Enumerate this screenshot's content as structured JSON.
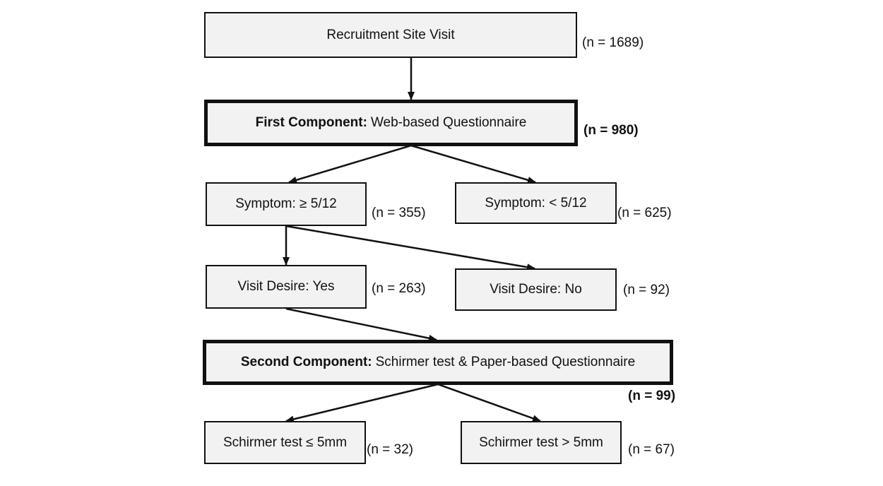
{
  "nodes": {
    "recruitment": {
      "label": "Recruitment Site Visit",
      "count": "(n = 1689)"
    },
    "first_component": {
      "label_bold": "First Component:",
      "label": "Web-based Questionnaire",
      "count": "(n = 980)"
    },
    "symptom_high": {
      "label": "Symptom: ≥ 5/12",
      "count": "(n = 355)"
    },
    "symptom_low": {
      "label": "Symptom: < 5/12",
      "count": "(n = 625)"
    },
    "visit_yes": {
      "label": "Visit Desire: Yes",
      "count": "(n = 263)"
    },
    "visit_no": {
      "label": "Visit Desire: No",
      "count": "(n = 92)"
    },
    "second_component": {
      "label_bold": "Second Component:",
      "label": "Schirmer test & Paper-based Questionnaire",
      "count": "(n = 99)"
    },
    "schirmer_low": {
      "label": "Schirmer test ≤ 5mm",
      "count": "(n = 32)"
    },
    "schirmer_high": {
      "label": "Schirmer test > 5mm",
      "count": "(n = 67)"
    }
  },
  "colors": {
    "box_fill": "#f2f2f2",
    "line": "#111111"
  }
}
